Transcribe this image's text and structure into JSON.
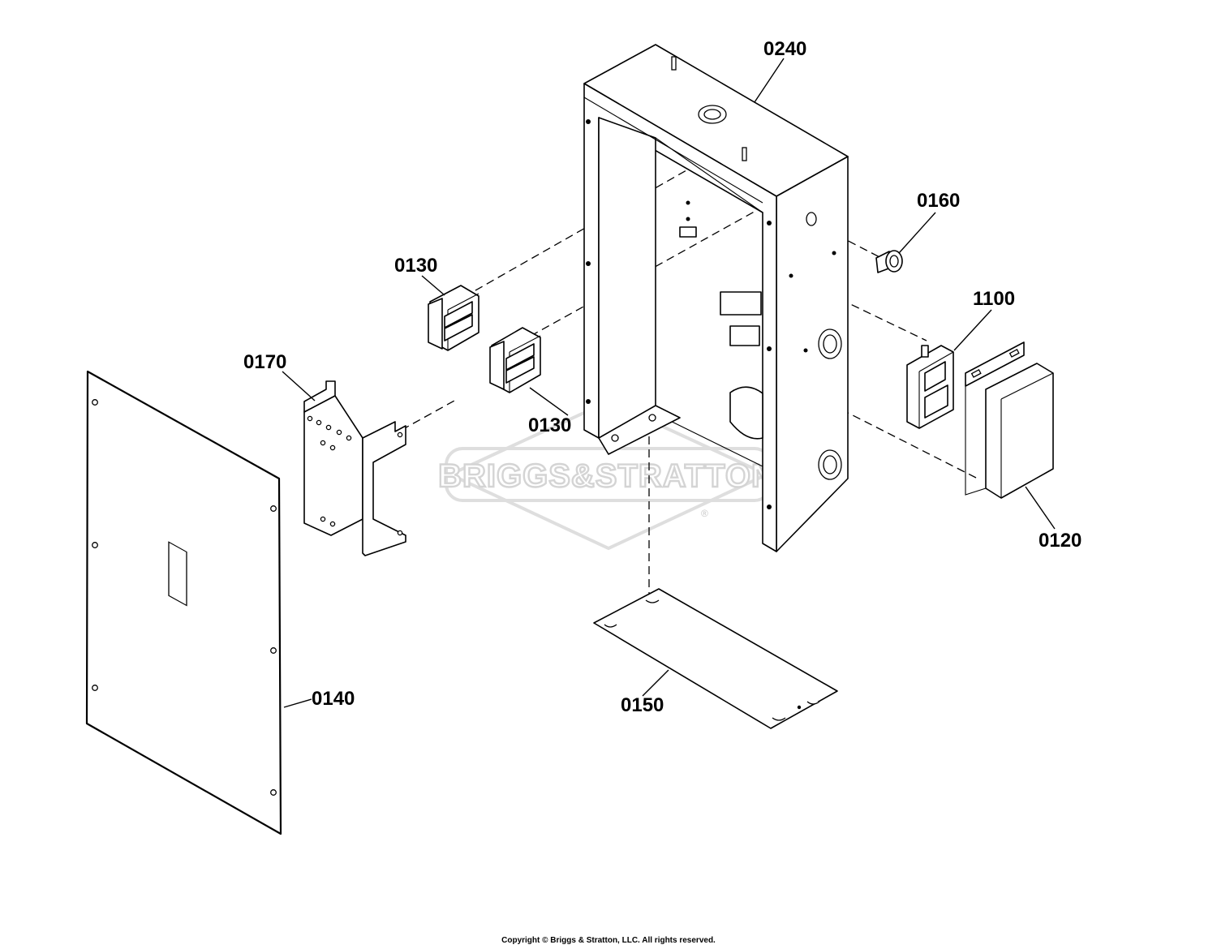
{
  "watermark": {
    "text": "BRIGGS&STRATTON",
    "mark": "®"
  },
  "callouts": [
    {
      "id": "c0240",
      "label": "0240"
    },
    {
      "id": "c0160",
      "label": "0160"
    },
    {
      "id": "c0130a",
      "label": "0130"
    },
    {
      "id": "c0130b",
      "label": "0130"
    },
    {
      "id": "c1100",
      "label": "1100"
    },
    {
      "id": "c0170",
      "label": "0170"
    },
    {
      "id": "c0120",
      "label": "0120"
    },
    {
      "id": "c0140",
      "label": "0140"
    },
    {
      "id": "c0150",
      "label": "0150"
    }
  ],
  "copyright": "Copyright © Briggs & Stratton, LLC. All rights reserved."
}
